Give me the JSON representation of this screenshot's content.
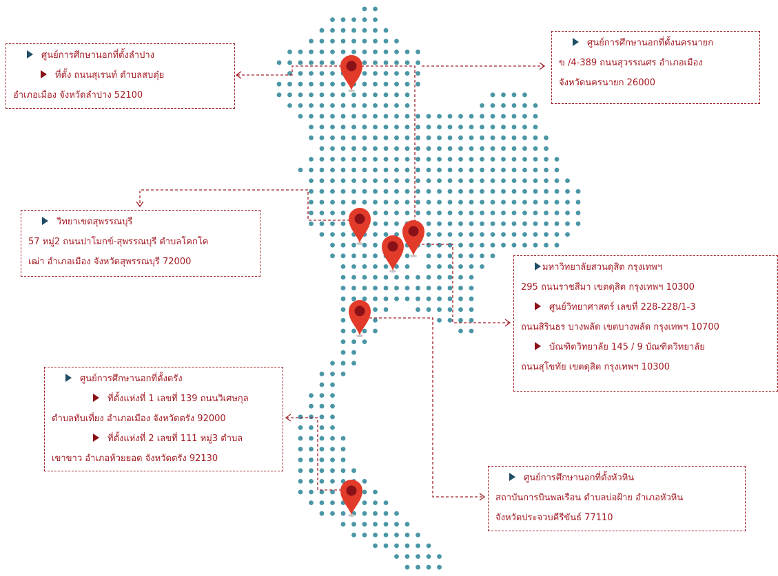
{
  "colors": {
    "dot": "#4a96a6",
    "pin": "#e23b2a",
    "pin_core": "#8a1118",
    "line": "#a02028",
    "text": "#a31c24",
    "bullet": "#1f4e66"
  },
  "icons": {
    "marker": "map-pin-icon",
    "bullet": "triangle-right-icon"
  },
  "boxes": {
    "lampang": {
      "title": "ศูนย์การศึกษานอกที่ตั้งลำปาง",
      "l1": "ที่ตั้ง ถนนสุเรนท์ ตำบลสบตุ๋ย",
      "l2": "อำเภอเมือง จังหวัดลำปาง 52100"
    },
    "nakhonnayok": {
      "title": "ศูนย์การศึกษานอกที่ตั้งนครนายก",
      "l1": "ข /4-389 ถนนสุวรรณศร อำเภอเมือง",
      "l2": "จังหวัดนครนายก 26000"
    },
    "suphan": {
      "title": "วิทยาเขตสุพรรณบุรี",
      "l1": "57 หมู่2 ถนนปาโมกข์-สุพรรณบุรี ตำบลโคกโค",
      "l2": "เฒ่า อำเภอเมือง จังหวัดสุพรรณบุรี 72000"
    },
    "bangkok": {
      "title": "มหาวิทยาลัยสวนดุสิต กรุงเทพฯ",
      "l1": "295 ถนนราชสีมา เขตดุสิต กรุงเทพฯ 10300",
      "l2": "ศูนย์วิทยาศาสตร์ เลขที่ 228-228/1-3",
      "l3": "ถนนสิรินธร บางพลัด เขตบางพลัด กรุงเทพฯ 10700",
      "l4": "บัณฑิตวิทยาลัย 145 / 9  บัณฑิตวิทยาลัย",
      "l5": "ถนนสุโขทัย เขตดุสิต กรุงเทพฯ 10300"
    },
    "trang": {
      "title": "ศูนย์การศึกษานอกที่ตั้งตรัง",
      "l1": "ที่ตั้งแห่งที่ 1 เลขที่ 139 ถนนวิเศษกุล",
      "l2": "ตำบลทับเที่ยง อำเภอเมือง จังหวัดตรัง 92000",
      "l3": "ที่ตั้งแห่งที่ 2  เลขที่ 111  หมู่3 ตำบล",
      "l4": "เขาขาว  อำเภอห้วยยอด  จังหวัดตรัง  92130"
    },
    "huahin": {
      "title": "ศูนย์การศึกษานอกที่ตั้งหัวหิน",
      "l1": "สถาบันการบินพลเรือน ตำบลบ่อฝ้าย อำเภอหัวหิน",
      "l2": "จังหวัดประจวบคีรีขันธ์ 77110"
    }
  }
}
